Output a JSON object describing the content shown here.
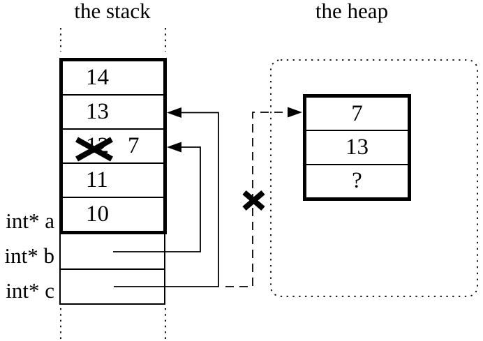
{
  "colors": {
    "ink": "#000000",
    "background": "#ffffff"
  },
  "titles": {
    "stack": "the stack",
    "heap": "the heap"
  },
  "stack": {
    "cells": [
      {
        "value": "14"
      },
      {
        "value": "13"
      },
      {
        "value": "12",
        "crossed_out": true,
        "new_value": "7"
      },
      {
        "value": "11"
      },
      {
        "value": "10"
      }
    ]
  },
  "pointer_labels": [
    "int* a",
    "int* b",
    "int* c"
  ],
  "heap": {
    "cells": [
      "7",
      "13",
      "?"
    ]
  },
  "icons": {
    "cross_out": "x-icon",
    "broken_link": "x-icon",
    "arrowhead": "solid-triangle-arrowhead"
  }
}
